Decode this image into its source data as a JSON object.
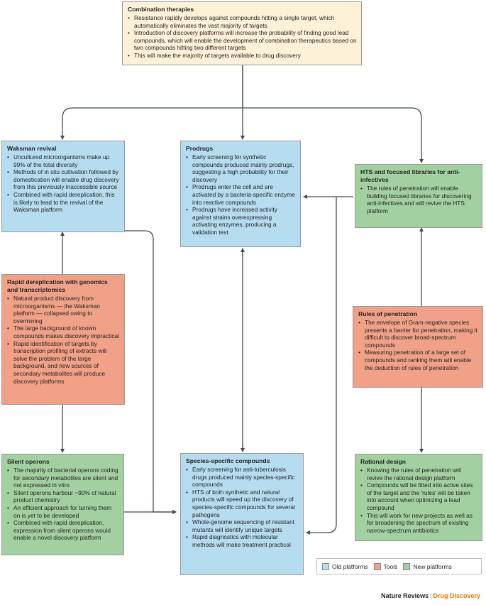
{
  "boxes": {
    "combination": {
      "title": "Combination therapies",
      "items": [
        "Resistance rapidly develops against compounds hitting a single target, which automatically eliminates the vast majority of targets",
        "Introduction of discovery platforms will increase the probability of finding good lead compounds, which will enable the development of combination therapeutics based on two compounds hitting two different targets",
        "This will make the majority of targets available to drug discovery"
      ]
    },
    "waksman": {
      "title": "Waksman revival",
      "items": [
        "Uncultured microorganisms make up 99% of the total diversity",
        "Methods of in situ cultivation followed by domestication will enable drug discovery from this previously inaccessible source",
        "Combined with rapid dereplication, this is likely to lead to the revival of the Waksman platform"
      ]
    },
    "prodrugs": {
      "title": "Prodrugs",
      "items": [
        "Early screening for synthetic compounds produced mainly prodrugs, suggesting a high probability for their discovery",
        "Prodrugs enter the cell and are activated by a bacteria-specific enzyme into reactive compounds",
        "Prodrugs have increased activity against strains overexpressing activating enzymes, producing a validation test"
      ]
    },
    "hts": {
      "title": "HTS and focused libraries for anti-infectives",
      "items": [
        "The rules of penetration will enable building focused libraries for discovering anti-infectives and will revive the HTS platform"
      ]
    },
    "dereplication": {
      "title": "Rapid dereplication with genomics and transcriptomics",
      "items": [
        "Natural product discovery from microorganisms — the Waksman platform — collapsed owing to overmining",
        "The large background of known compounds makes discovery impractical",
        "Rapid identification of targets by transcription profiling of extracts will solve the problem of the large background, and new sources of secondary metabolites will produce discovery platforms"
      ]
    },
    "penetration": {
      "title": "Rules of penetration",
      "items": [
        "The envelope of Gram-negative species presents a barrier for penetration, making it difficult to discover broad-spectrum compounds",
        "Measuring penetration of a large set of compounds and ranking them will enable the deduction of rules of penetration"
      ]
    },
    "silent": {
      "title": "Silent operons",
      "items": [
        "The majority of bacterial operons coding for secondary metabolites are silent and not expressed in vitro",
        "Silent operons harbour ~90% of natural product chemistry",
        "An efficient approach for turning them on is yet to be developed",
        "Combined with rapid dereplication, expression from silent operons would enable a novel discovery platform"
      ]
    },
    "species": {
      "title": "Species-specific compounds",
      "items": [
        "Early screening for anti-tuberculosis drugs produced mainly species-specific compounds",
        "HTS of both synthetic and natural products will speed up the discovery of species-specific compounds for several pathogens",
        "Whole-genome sequencing of resistant mutants will identify unique targets",
        "Rapid diagnostics with molecular methods will make treatment practical"
      ]
    },
    "rational": {
      "title": "Rational design",
      "items": [
        "Knowing the rules of penetration will revive the rational design platform",
        "Compounds will be fitted into active sites of the target and the 'rules' will be taken into account when optimizing a lead compound",
        "This will work for new projects as well as for broadening the spectrum of existing narrow-spectrum antibiotics"
      ]
    }
  },
  "legend": {
    "old": "Old platforms",
    "tools": "Tools",
    "new": "New platforms"
  },
  "colors": {
    "old": "#b6dcf0",
    "tools": "#f0a187",
    "new": "#a3d0a0",
    "combination": "#fdf2d8",
    "arrow": "#3f4a58",
    "footer_accent": "#e07b00"
  },
  "footer": {
    "journal": "Nature Reviews",
    "section": "Drug Discovery"
  }
}
